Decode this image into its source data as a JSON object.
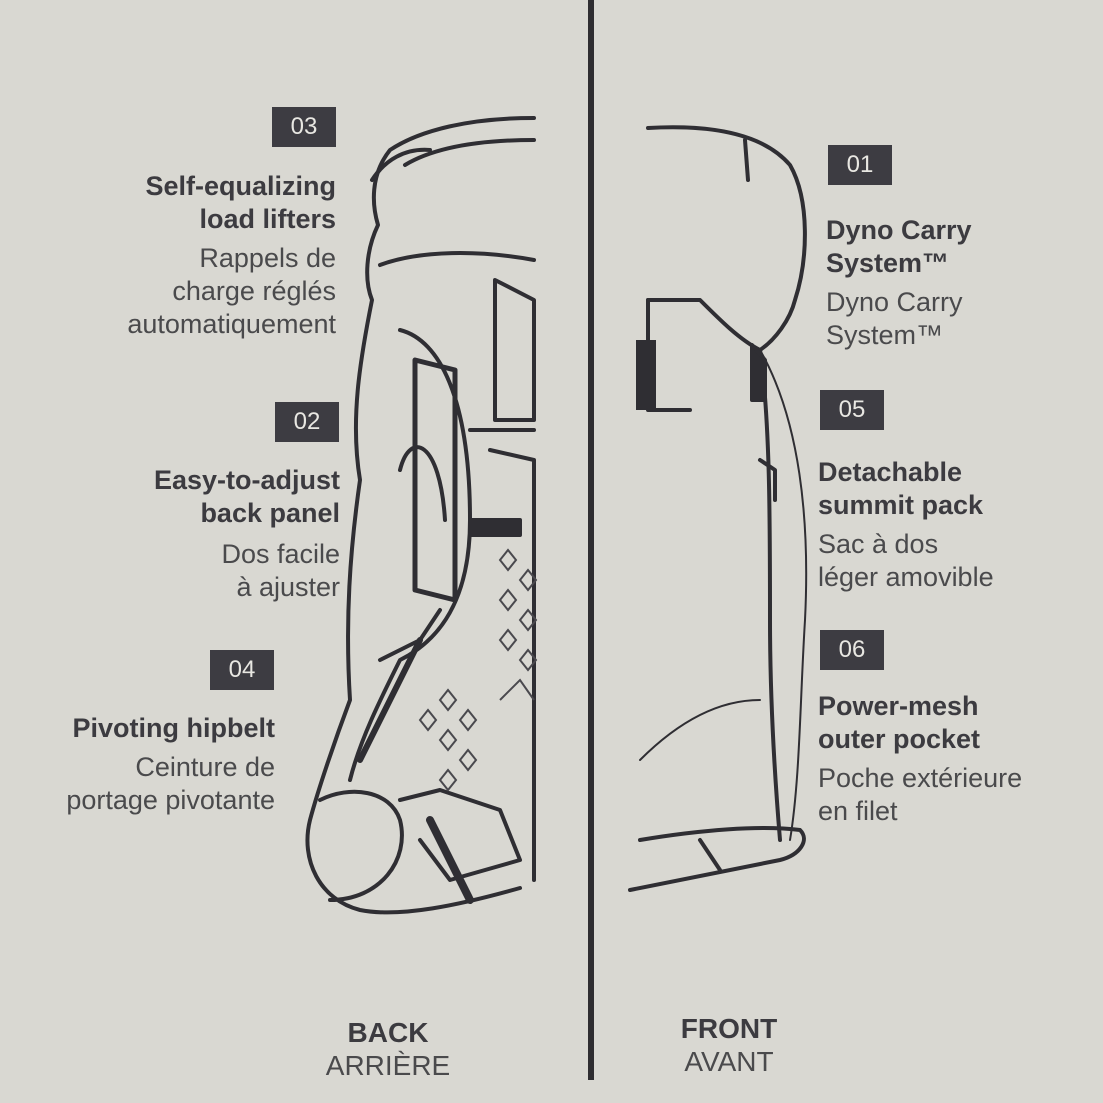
{
  "features": [
    {
      "number": "03",
      "en": [
        "Self-equalizing",
        "load lifters"
      ],
      "fr": [
        "Rappels de",
        "charge réglés",
        "automatiquement"
      ]
    },
    {
      "number": "02",
      "en": [
        "Easy-to-adjust",
        "back panel"
      ],
      "fr": [
        "Dos facile",
        "à ajuster"
      ]
    },
    {
      "number": "04",
      "en": [
        "Pivoting hipbelt"
      ],
      "fr": [
        "Ceinture de",
        "portage pivotante"
      ]
    },
    {
      "number": "01",
      "en": [
        "Dyno Carry",
        "System™"
      ],
      "fr": [
        "Dyno Carry",
        "System™"
      ]
    },
    {
      "number": "05",
      "en": [
        "Detachable",
        "summit pack"
      ],
      "fr": [
        "Sac à dos",
        "léger amovible"
      ]
    },
    {
      "number": "06",
      "en": [
        "Power-mesh",
        "outer pocket"
      ],
      "fr": [
        "Poche extérieure",
        "en filet"
      ]
    }
  ],
  "views": {
    "back": {
      "en": "BACK",
      "fr": "ARRIÈRE"
    },
    "front": {
      "en": "FRONT",
      "fr": "AVANT"
    }
  }
}
